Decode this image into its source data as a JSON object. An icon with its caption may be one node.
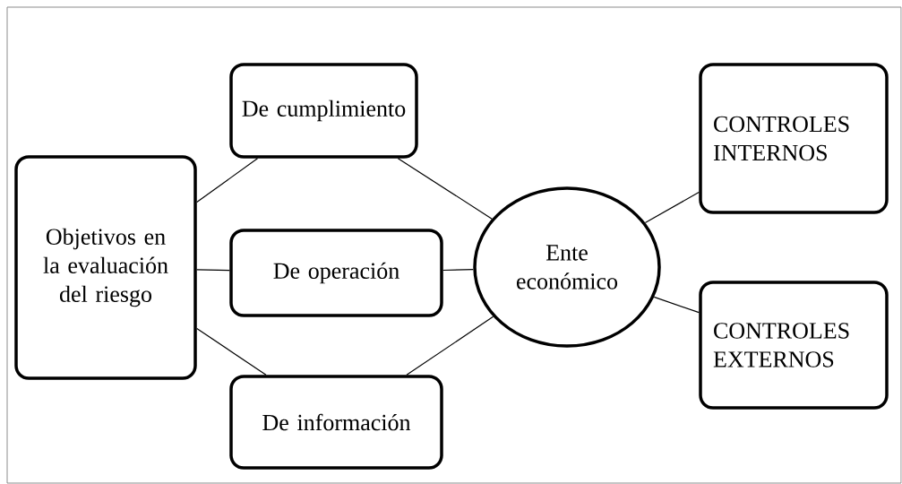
{
  "diagram": {
    "nodes": [
      {
        "text": [
          "Objetivos en la evaluación del riesgo"
        ]
      },
      {
        "text": [
          "De cumplimiento"
        ]
      },
      {
        "text": [
          "De operación"
        ]
      },
      {
        "text": [
          "De información"
        ]
      },
      {
        "text": [
          "Ente económico"
        ]
      },
      {
        "text": [
          "CONTROLES INTERNOS"
        ]
      },
      {
        "text": [
          "CONTROLES EXTERNOS"
        ]
      }
    ],
    "edges": [
      {
        "from": 0,
        "to": 1,
        "arrow": "none"
      },
      {
        "from": 0,
        "to": 2,
        "arrow": "none"
      },
      {
        "from": 0,
        "to": 3,
        "arrow": "none"
      },
      {
        "from": 1,
        "to": 4,
        "arrow": "none"
      },
      {
        "from": 2,
        "to": 4,
        "arrow": "none"
      },
      {
        "from": 3,
        "to": 4,
        "arrow": "none"
      },
      {
        "from": 4,
        "to": 5,
        "arrow": "none"
      },
      {
        "from": 4,
        "to": 6,
        "arrow": "none"
      }
    ]
  }
}
